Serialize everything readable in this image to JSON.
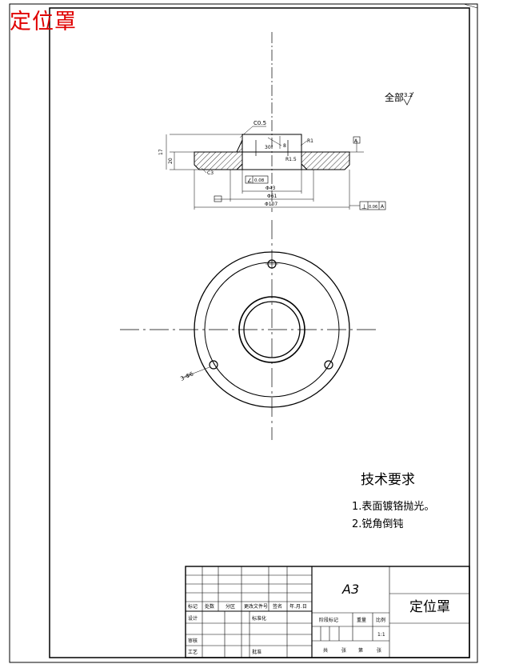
{
  "banner": {
    "title": "定位罩"
  },
  "roughness": {
    "label": "全部",
    "value": "3.2"
  },
  "tech_requirements": {
    "heading": "技术要求",
    "items": [
      "1.表面镀铬抛光。",
      "2.锐角倒钝"
    ]
  },
  "section_view": {
    "dimensions": {
      "chamfer_top": "C0.5",
      "angle": "30°",
      "depth": "8",
      "radius_r1": "R1",
      "radius_r15": "R1.5",
      "height_17": "17",
      "height_20": "20",
      "chamfer_bottom": "C3",
      "bore": "Φ43",
      "diameter_61": "Φ61",
      "outer_diameter": "Φ107",
      "datum": "A",
      "flatness_tol": "0.08",
      "perp_tol": "0.06",
      "perp_datum": "A"
    }
  },
  "plan_view": {
    "holes_label": "3-Φ6"
  },
  "title_block": {
    "sheet_size": "A3",
    "part_name": "定位罩",
    "scale": "1:1",
    "headers": {
      "mark": "标记",
      "count": "处数",
      "zone": "分区",
      "change_doc": "更改文件号",
      "signature": "签名",
      "date": "年.月.日",
      "design": "设计",
      "standardize": "标准化",
      "stage_mark": "阶段标记",
      "weight": "重量",
      "ratio": "比例",
      "review": "审核",
      "process": "工艺",
      "approve": "批准",
      "total": "共",
      "sheet": "张",
      "number": "第",
      "sheet2": "张"
    }
  }
}
